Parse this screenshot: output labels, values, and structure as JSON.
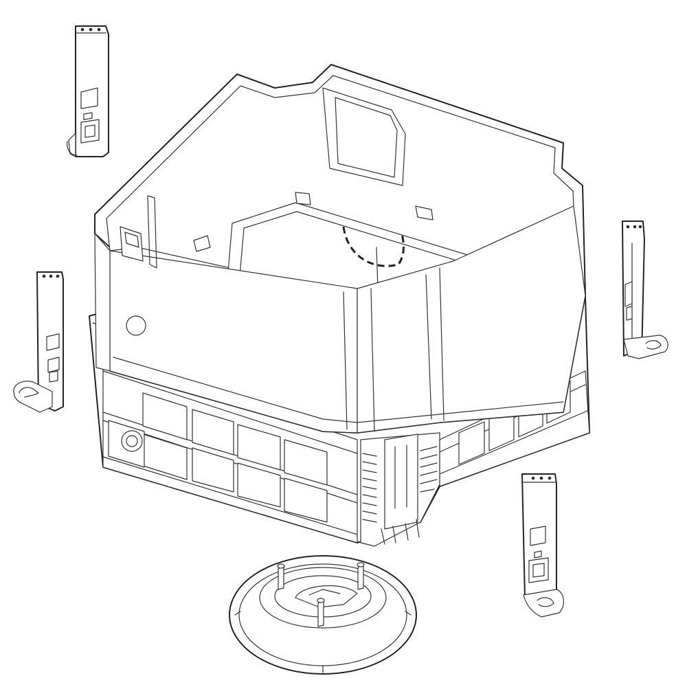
{
  "diagram": {
    "parts": [
      {
        "name": "outer-tub"
      },
      {
        "name": "tub-base-frame"
      },
      {
        "name": "bracket"
      },
      {
        "name": "bracket"
      },
      {
        "name": "bracket"
      },
      {
        "name": "bracket"
      },
      {
        "name": "base-plate"
      }
    ],
    "colors": {
      "line": "#222222",
      "fill": "#ffffff",
      "background": "#ffffff"
    }
  }
}
